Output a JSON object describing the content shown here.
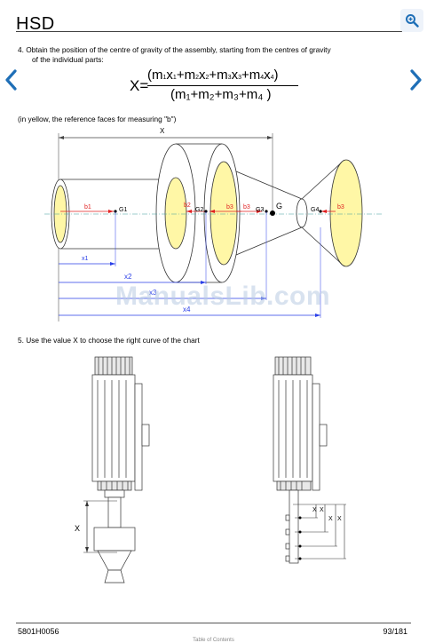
{
  "header": {
    "title": "HSD"
  },
  "icons": {
    "zoom": "zoom-in-icon",
    "prev": "chevron-left-icon",
    "next": "chevron-right-icon"
  },
  "colors": {
    "nav_blue": "#1f6fb7",
    "dimension_blue": "#2a3fe8",
    "gravity_red": "#e02020",
    "face_yellow": "#fff7a6"
  },
  "step4": {
    "line1": "4. Obtain the position of the centre of gravity of the assembly, starting from the centres of gravity",
    "line2": "of the individual parts:"
  },
  "formula": {
    "lhs": "X=",
    "num_open": "(m",
    "num_m1": "1",
    "num_x1": "1",
    "num_m2": "2",
    "num_x2": "2",
    "num_m3": "3",
    "num_x3": "3",
    "num_m4": "4",
    "num_x4": "4",
    "den": "(m₁+m₂+m₃+m₄ )"
  },
  "note": "(in yellow, the reference faces for measuring \"b\")",
  "diagram1": {
    "X": "X",
    "G": "G",
    "G1": "G1",
    "G2": "G2",
    "G3": "G3",
    "G4": "G4",
    "b1": "b1",
    "b2": "b2",
    "b3a": "b3",
    "b3b": "b3",
    "b3c": "b3",
    "x1": "x1",
    "x2": "x2",
    "x3": "x3",
    "x4": "x4"
  },
  "step5": "5. Use the value X to choose the right curve of the chart",
  "diagram2": {
    "X_left": "X",
    "X1": "X",
    "X2": "X",
    "X3": "X",
    "X4": "X"
  },
  "watermark": "ManualsLib.com",
  "footer": {
    "doc_code": "5801H0056",
    "page": "93/181",
    "toc": "Table of Contents"
  }
}
